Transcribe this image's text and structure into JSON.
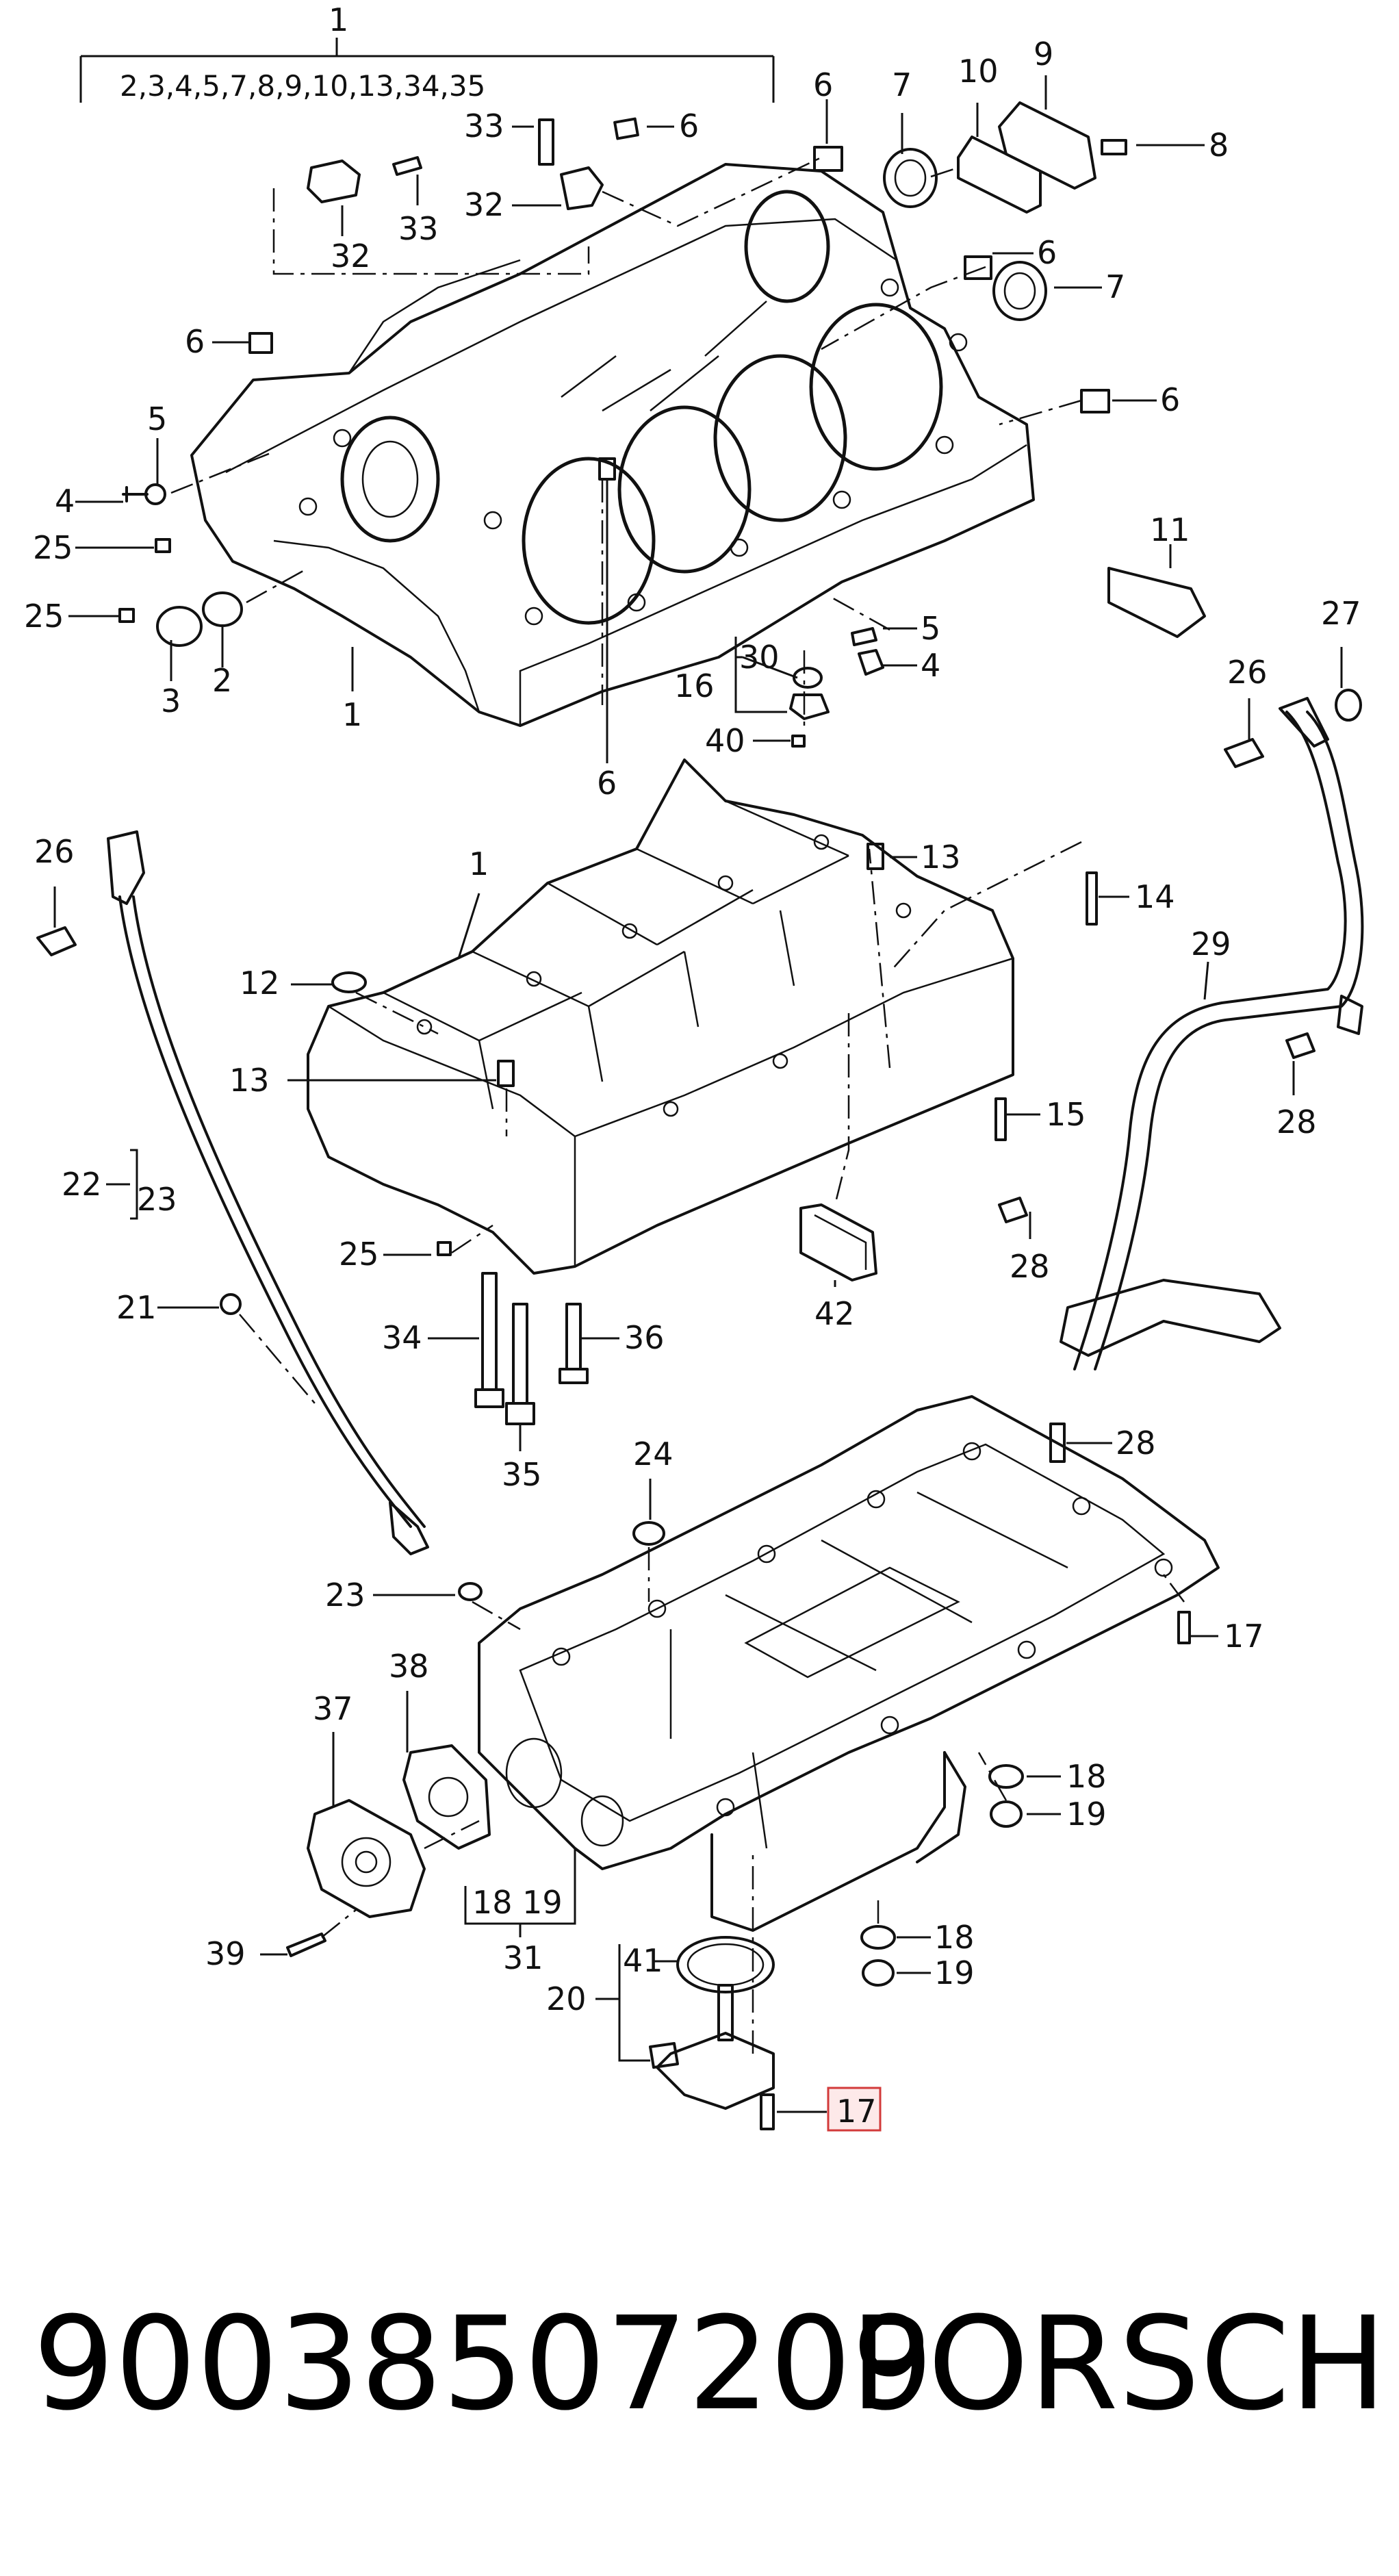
{
  "diagram": {
    "callouts": [
      {
        "id": "c1-top",
        "text": "1"
      },
      {
        "id": "c1-list",
        "text": "2,3,4,5,7,8,9,10,13,34,35"
      },
      {
        "id": "c6-a",
        "text": "6"
      },
      {
        "id": "c7-a",
        "text": "7"
      },
      {
        "id": "c10",
        "text": "10"
      },
      {
        "id": "c9",
        "text": "9"
      },
      {
        "id": "c8",
        "text": "8"
      },
      {
        "id": "c33-a",
        "text": "33"
      },
      {
        "id": "c6-b",
        "text": "6"
      },
      {
        "id": "c32-a",
        "text": "32"
      },
      {
        "id": "c32-b",
        "text": "32"
      },
      {
        "id": "c33-b",
        "text": "33"
      },
      {
        "id": "c6-c",
        "text": "6"
      },
      {
        "id": "c7-b",
        "text": "7"
      },
      {
        "id": "c6-d",
        "text": "6"
      },
      {
        "id": "c6-e",
        "text": "6"
      },
      {
        "id": "c5-a",
        "text": "5"
      },
      {
        "id": "c4-a",
        "text": "4"
      },
      {
        "id": "c25-a",
        "text": "25"
      },
      {
        "id": "c25-b",
        "text": "25"
      },
      {
        "id": "c3",
        "text": "3"
      },
      {
        "id": "c2",
        "text": "2"
      },
      {
        "id": "c1-a",
        "text": "1"
      },
      {
        "id": "c6-f",
        "text": "6"
      },
      {
        "id": "c11",
        "text": "11"
      },
      {
        "id": "c27",
        "text": "27"
      },
      {
        "id": "c26-a",
        "text": "26"
      },
      {
        "id": "c5-b",
        "text": "5"
      },
      {
        "id": "c4-b",
        "text": "4"
      },
      {
        "id": "c30",
        "text": "30"
      },
      {
        "id": "c16",
        "text": "16"
      },
      {
        "id": "c40",
        "text": "40"
      },
      {
        "id": "c26-b",
        "text": "26"
      },
      {
        "id": "c1-b",
        "text": "1"
      },
      {
        "id": "c13-a",
        "text": "13"
      },
      {
        "id": "c14",
        "text": "14"
      },
      {
        "id": "c29",
        "text": "29"
      },
      {
        "id": "c12",
        "text": "12"
      },
      {
        "id": "c13-b",
        "text": "13"
      },
      {
        "id": "c15",
        "text": "15"
      },
      {
        "id": "c28-a",
        "text": "28"
      },
      {
        "id": "c22",
        "text": "22"
      },
      {
        "id": "c23-a",
        "text": "23"
      },
      {
        "id": "c25-c",
        "text": "25"
      },
      {
        "id": "c28-b",
        "text": "28"
      },
      {
        "id": "c42",
        "text": "42"
      },
      {
        "id": "c21",
        "text": "21"
      },
      {
        "id": "c34",
        "text": "34"
      },
      {
        "id": "c36",
        "text": "36"
      },
      {
        "id": "c35",
        "text": "35"
      },
      {
        "id": "c24",
        "text": "24"
      },
      {
        "id": "c28-c",
        "text": "28"
      },
      {
        "id": "c23-b",
        "text": "23"
      },
      {
        "id": "c17-a",
        "text": "17"
      },
      {
        "id": "c38",
        "text": "38"
      },
      {
        "id": "c37",
        "text": "37"
      },
      {
        "id": "c18-a",
        "text": "18"
      },
      {
        "id": "c19-a",
        "text": "19"
      },
      {
        "id": "c18-19",
        "text": "18 19"
      },
      {
        "id": "c39",
        "text": "39"
      },
      {
        "id": "c31",
        "text": "31"
      },
      {
        "id": "c18-b",
        "text": "18"
      },
      {
        "id": "c19-b",
        "text": "19"
      },
      {
        "id": "c41",
        "text": "41"
      },
      {
        "id": "c20",
        "text": "20"
      },
      {
        "id": "c17-b",
        "text": "17"
      }
    ],
    "highlight_color": "#d23a3a"
  },
  "footer": {
    "part_number": "90038507209",
    "brand": "PORSCHE"
  }
}
